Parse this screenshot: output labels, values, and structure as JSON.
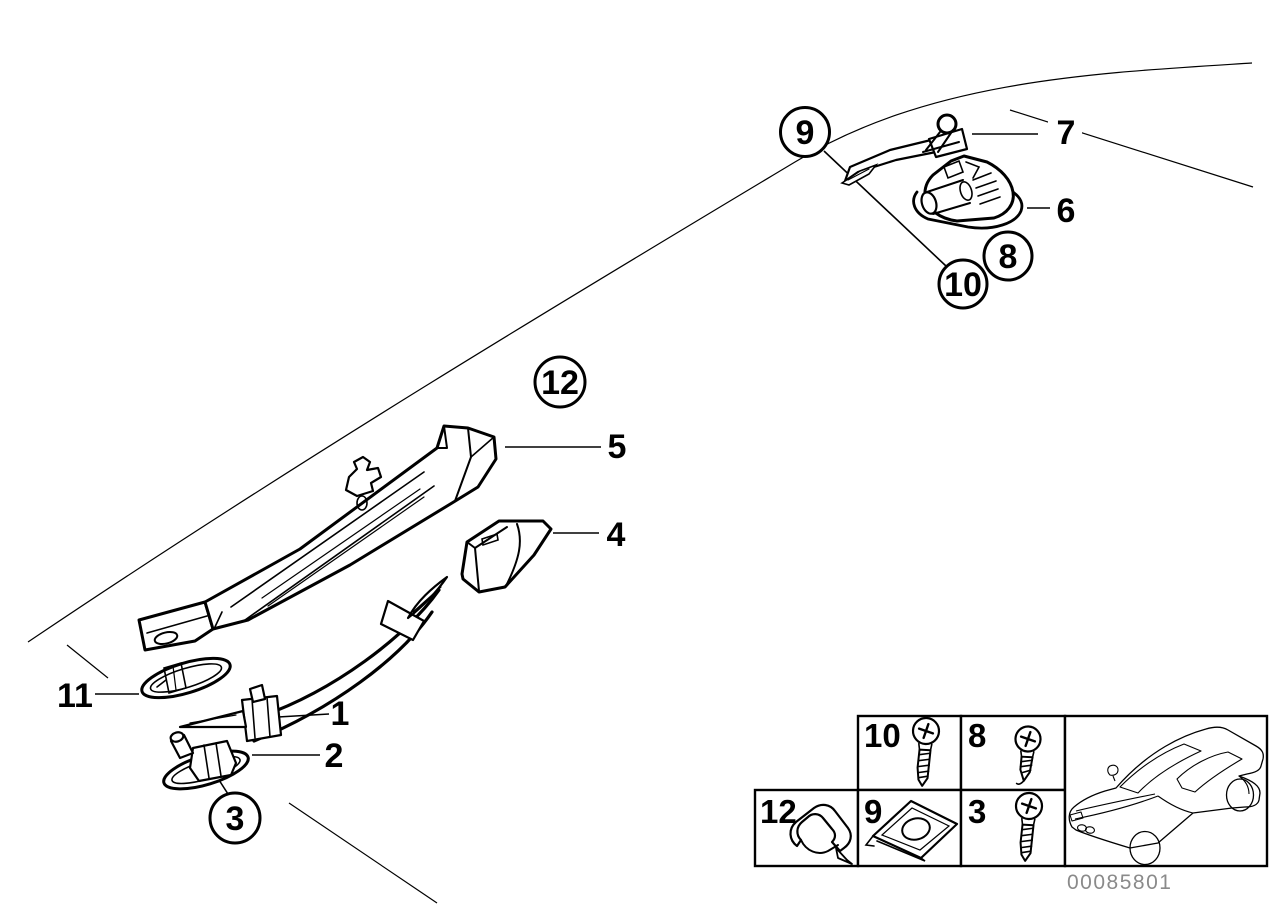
{
  "document": {
    "number": "00085801"
  },
  "callouts": [
    {
      "label": "7",
      "circled": false
    },
    {
      "label": "6",
      "circled": false
    },
    {
      "label": "9",
      "circled": true
    },
    {
      "label": "8",
      "circled": true
    },
    {
      "label": "10",
      "circled": true
    },
    {
      "label": "12",
      "circled": true
    },
    {
      "label": "5",
      "circled": false
    },
    {
      "label": "4",
      "circled": false
    },
    {
      "label": "1",
      "circled": false
    },
    {
      "label": "11",
      "circled": false
    },
    {
      "label": "2",
      "circled": false
    },
    {
      "label": "3",
      "circled": true
    }
  ],
  "legend": {
    "cells": [
      {
        "label": "10",
        "icon": "screw-long-icon"
      },
      {
        "label": "8",
        "icon": "screw-short-icon"
      },
      {
        "label": "12",
        "icon": "spring-clip-icon"
      },
      {
        "label": "9",
        "icon": "speed-nut-icon"
      },
      {
        "label": "3",
        "icon": "screw-long-icon"
      }
    ]
  },
  "thumbnail": {
    "icon": "car-outline-icon"
  }
}
